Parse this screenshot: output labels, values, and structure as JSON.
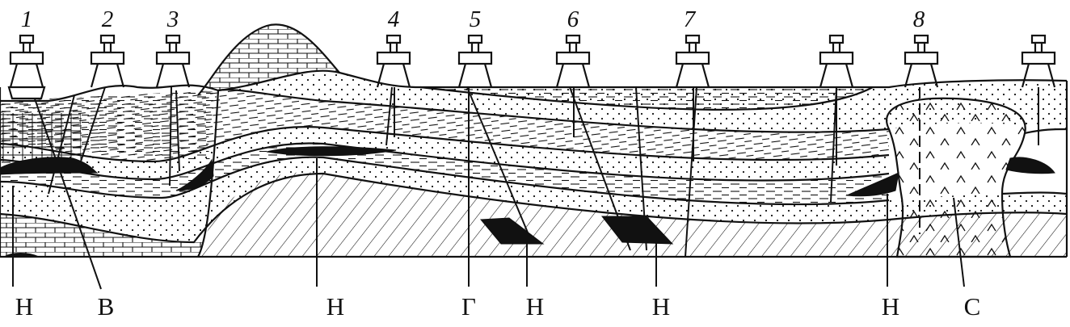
{
  "well_numbers": [
    "1",
    "2",
    "3",
    "4",
    "5",
    "6",
    "7",
    "8"
  ],
  "bottom_labels": [
    "Н",
    "В",
    "Н",
    "Г",
    "Н",
    "Н",
    "Н",
    "С"
  ],
  "colors": {
    "ink": "#111111",
    "oil": "#111111",
    "background": "#ffffff"
  }
}
